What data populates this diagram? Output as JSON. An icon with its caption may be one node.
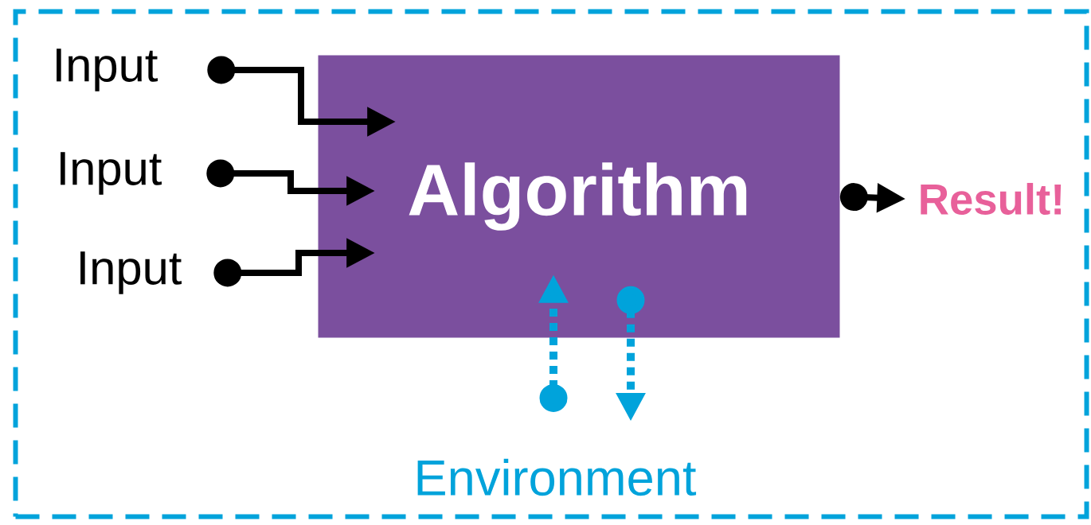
{
  "diagram": {
    "nodes": [
      {
        "text": [],
        "shape": "box"
      },
      {
        "text": [
          "Input"
        ],
        "in": 0
      },
      {
        "text": [
          "Input"
        ],
        "in": 0
      },
      {
        "text": [
          "Input"
        ],
        "in": 0
      },
      {
        "text": [
          "Algorithm"
        ],
        "in": 0
      },
      {
        "text": [
          "Result!"
        ],
        "in": 0
      },
      {
        "text": [
          "Environment"
        ],
        "in": 0
      }
    ],
    "edges": [
      {
        "from": 1,
        "to": 4,
        "arrow": "to"
      },
      {
        "from": 2,
        "to": 4,
        "arrow": "to"
      },
      {
        "from": 3,
        "to": 4,
        "arrow": "to"
      },
      {
        "from": 4,
        "to": 5,
        "arrow": "to"
      },
      {
        "from": 6,
        "to": 4,
        "arrow": "to",
        "style": "dashed",
        "color": "#00a3db"
      },
      {
        "from": 4,
        "to": 6,
        "arrow": "to",
        "style": "dashed",
        "color": "#00a3db"
      }
    ]
  }
}
